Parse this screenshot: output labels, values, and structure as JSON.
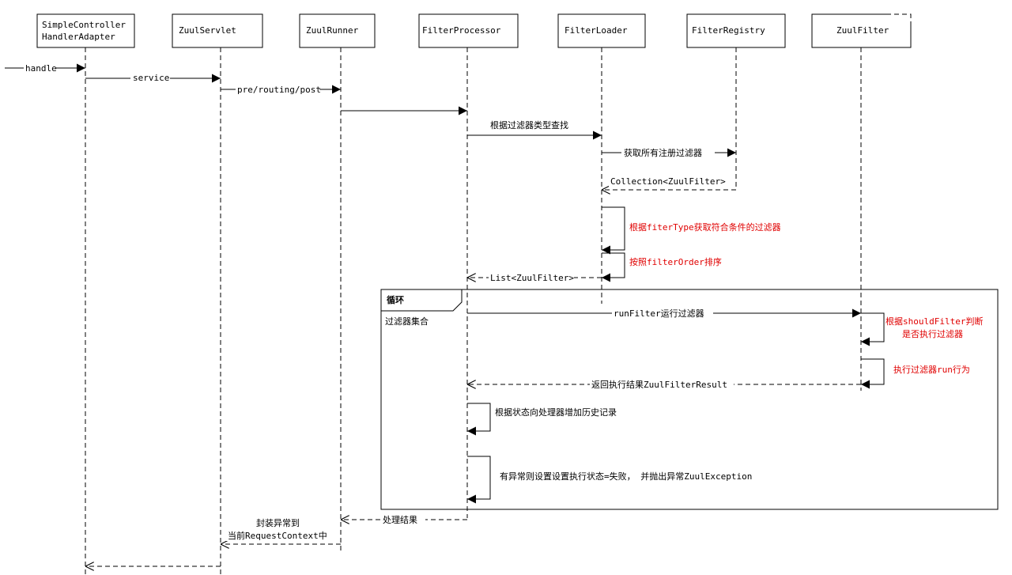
{
  "participants": [
    {
      "id": "simplecontroller",
      "lines": [
        "SimpleController",
        "HandlerAdapter"
      ]
    },
    {
      "id": "zuulservlet",
      "lines": [
        "ZuulServlet"
      ]
    },
    {
      "id": "zuulrunner",
      "lines": [
        "ZuulRunner"
      ]
    },
    {
      "id": "filterprocessor",
      "lines": [
        "FilterProcessor"
      ]
    },
    {
      "id": "filterloader",
      "lines": [
        "FilterLoader"
      ]
    },
    {
      "id": "filterregistry",
      "lines": [
        "FilterRegistry"
      ]
    },
    {
      "id": "zuulfilter",
      "lines": [
        "ZuulFilter"
      ]
    }
  ],
  "messages": {
    "handle": "handle",
    "service": "service",
    "pre_routing_post": "pre/routing/post",
    "lookup_by_type": "根据过滤器类型查找",
    "get_all_registered": "获取所有注册过滤器",
    "collection_return": "Collection<ZuulFilter>",
    "filter_by_type": "根据fiterType获取符合条件的过滤器",
    "sort_by_order": "按照filterOrder排序",
    "list_return": "List<ZuulFilter>",
    "run_filter": "runFilter运行过滤器",
    "should_filter_1": "根据shouldFilter判断",
    "should_filter_2": "是否执行过滤器",
    "execute_run": "执行过滤器run行为",
    "return_result": "返回执行结果ZuulFilterResult",
    "add_history": "根据状态向处理器增加历史记录",
    "exception_handling": "有异常则设置设置执行状态=失败， 并抛出异常ZuulException",
    "process_result": "处理结果",
    "wrap_exception_1": "封装异常到",
    "wrap_exception_2": "当前RequestContext中"
  },
  "loop_fragment": {
    "keyword": "循环",
    "condition": "过滤器集合"
  },
  "colors": {
    "note_red": "#e00000",
    "line": "#000000",
    "background": "#ffffff"
  }
}
